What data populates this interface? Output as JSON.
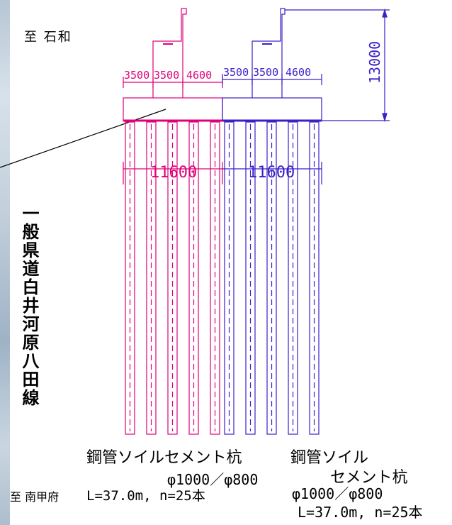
{
  "labels": {
    "to_north": "至 石和",
    "to_south": "至 南甲府",
    "road_name": "一般県道白井河原八田線"
  },
  "dimensions": {
    "pink_spans": [
      "3500",
      "3500",
      "4600"
    ],
    "blue_spans": [
      "3500",
      "3500",
      "4600"
    ],
    "height": "13000",
    "pink_width": "11600",
    "blue_width": "11600"
  },
  "captions": {
    "pile_left_line1": "鋼管ソイルセメント杭",
    "pile_left_line2": "φ1000／φ800",
    "pile_left_line3": "L=37.0m, n=25本",
    "pile_right_line1": "鋼管ソイル",
    "pile_right_line2": "セメント杭",
    "pile_right_line3": "φ1000／φ800",
    "pile_right_line4": "L=37.0m, n=25本"
  },
  "colors": {
    "pink": "#e0007a",
    "blue": "#3a20c8",
    "black": "#000000"
  }
}
